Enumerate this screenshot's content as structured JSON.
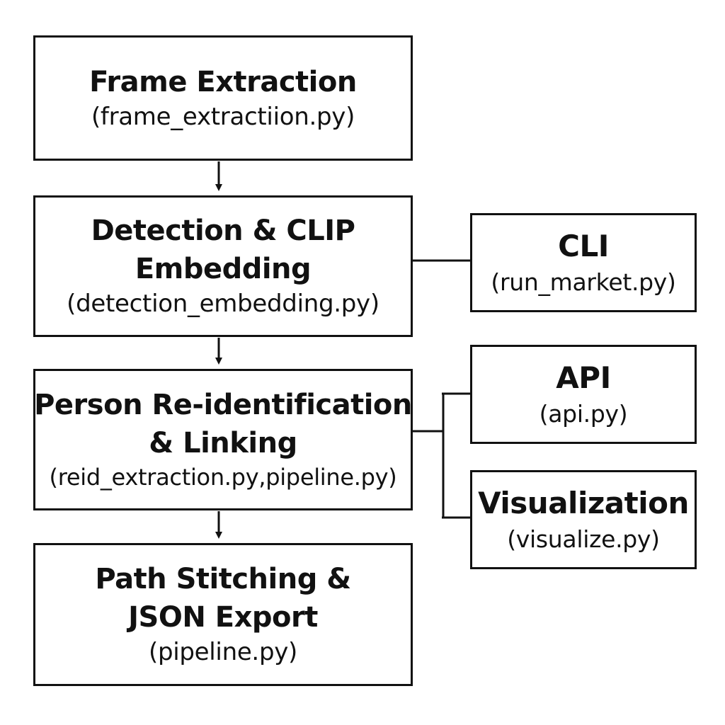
{
  "boxes": {
    "frame_extraction": {
      "title": [
        "Frame Extraction"
      ],
      "subtitle": "(frame_extractiion.py)"
    },
    "detection": {
      "title": [
        "Detection & CLIP",
        "Embedding"
      ],
      "subtitle": "(detection_embedding.py)"
    },
    "reid": {
      "title": [
        "Person Re-identification",
        "& Linking"
      ],
      "subtitle": "(reid_extraction.py,pipeline.py)"
    },
    "path": {
      "title": [
        "Path Stitching &",
        "JSON Export"
      ],
      "subtitle": "(pipeline.py)"
    },
    "cli": {
      "title": [
        "CLI"
      ],
      "subtitle": "(run_market.py)"
    },
    "api": {
      "title": [
        "API"
      ],
      "subtitle": "(api.py)"
    },
    "visualization": {
      "title": [
        "Visualization"
      ],
      "subtitle": "(visualize.py)"
    }
  },
  "colors": {
    "stroke": "#111111",
    "background": "#ffffff"
  }
}
